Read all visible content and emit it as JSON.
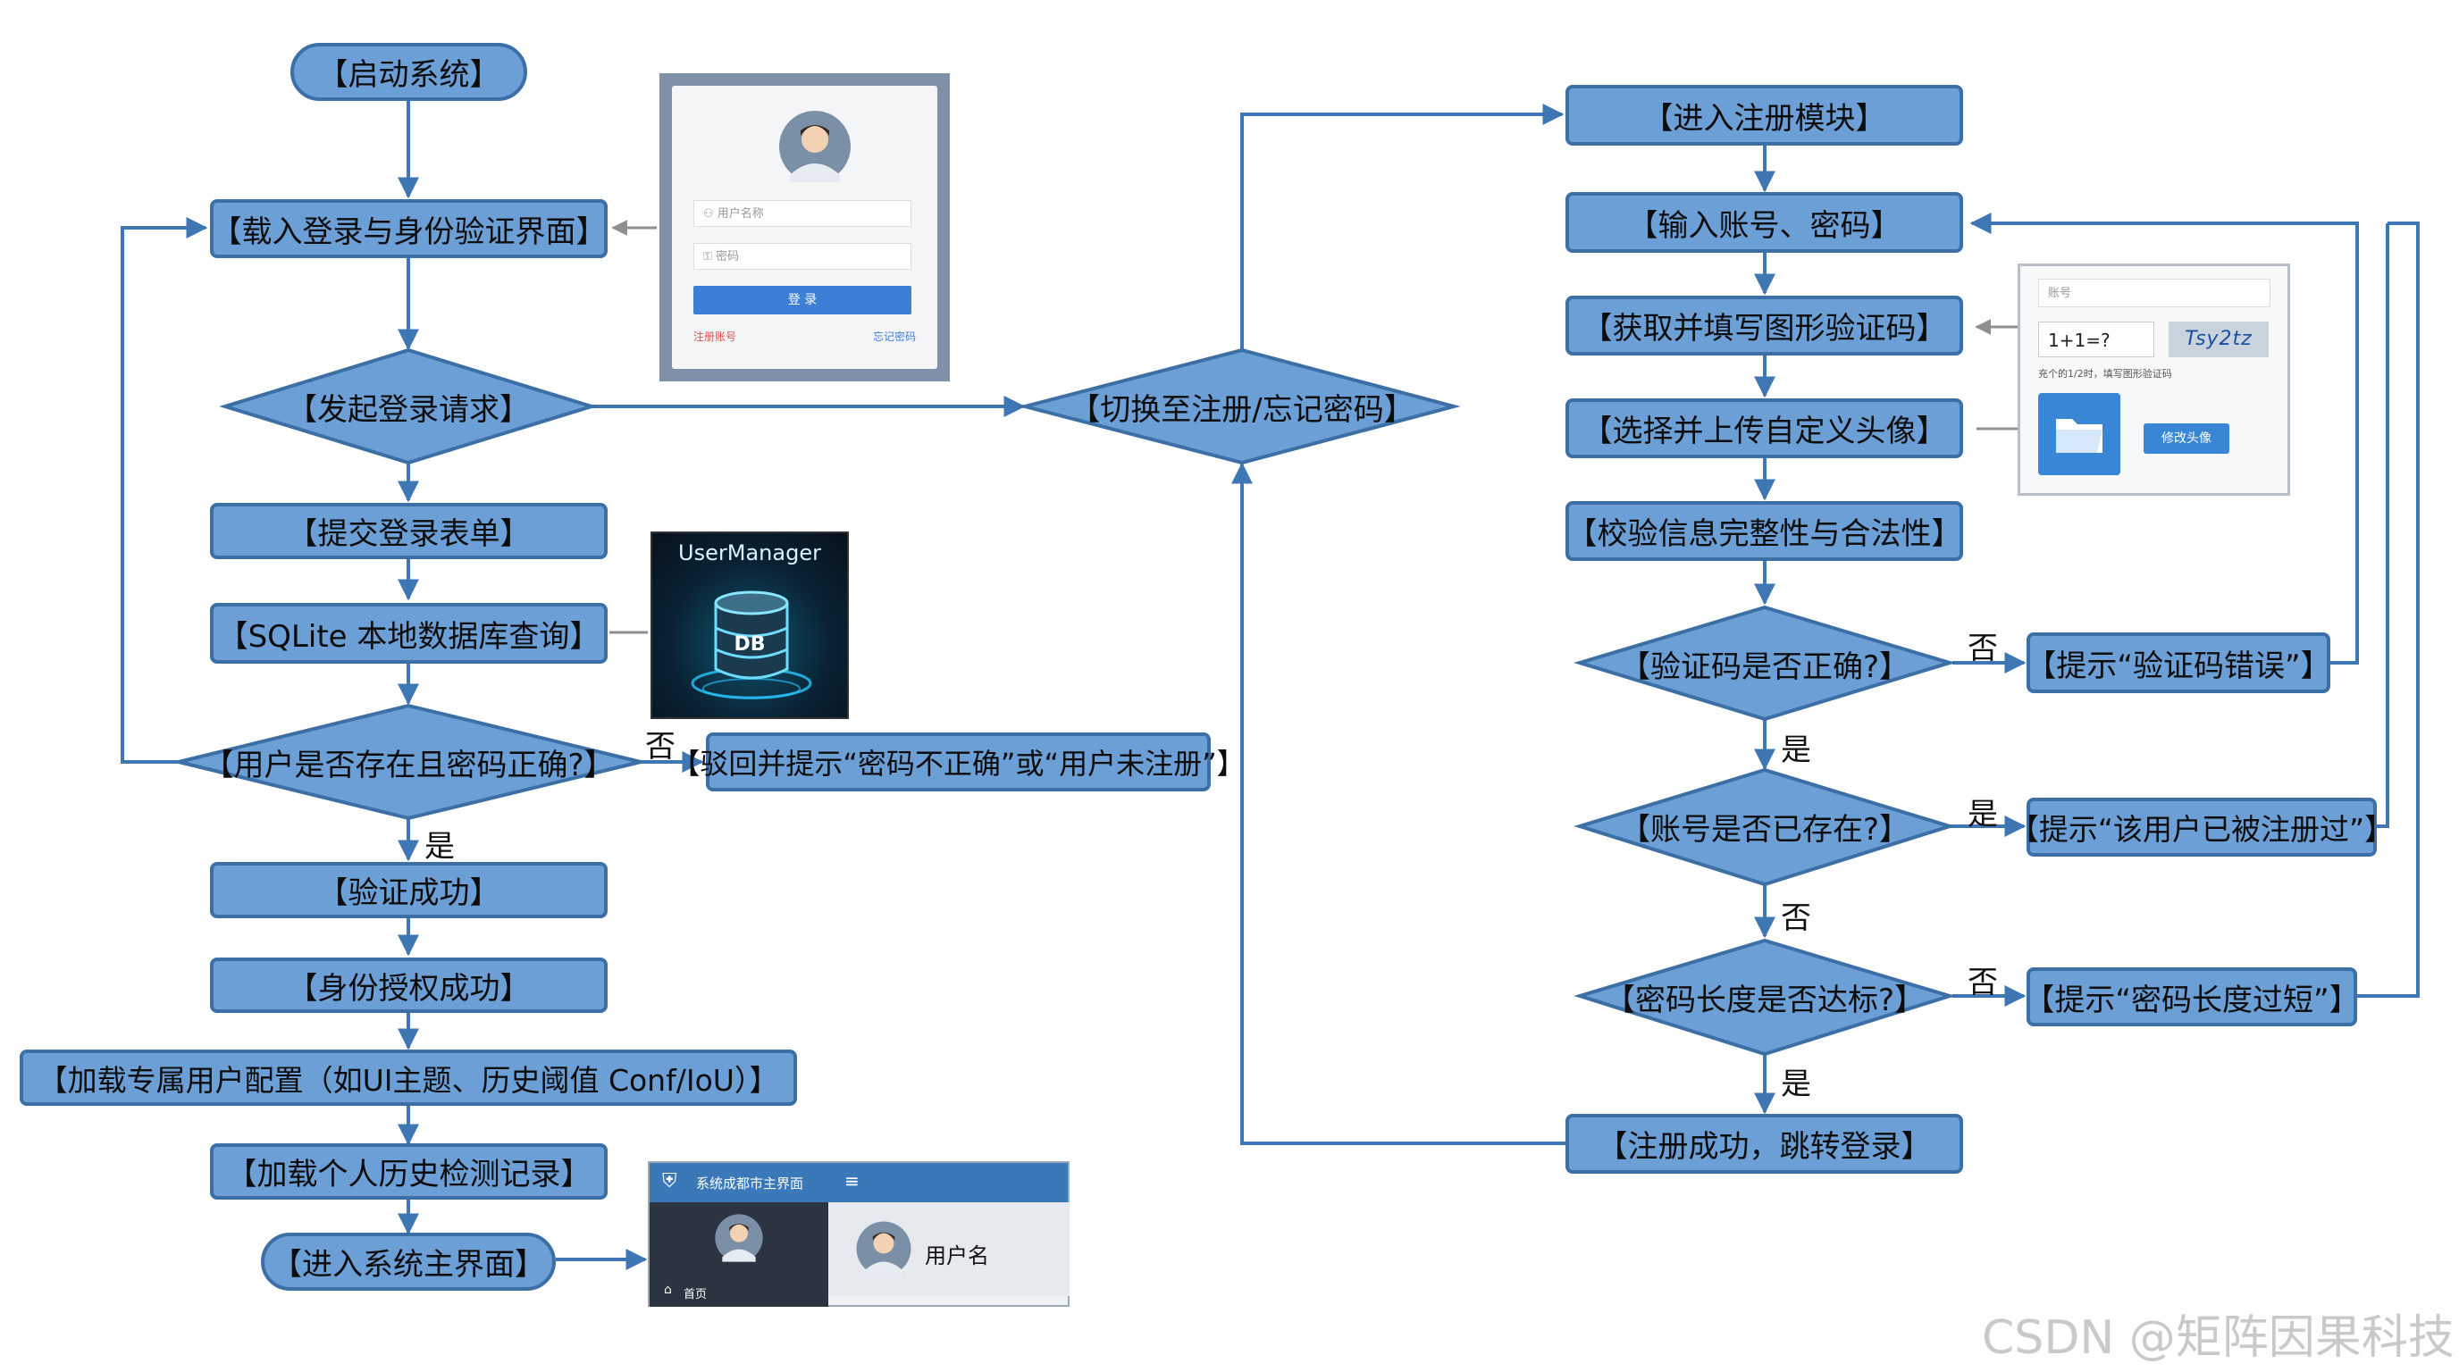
{
  "nodes": {
    "start": "【启动系统】",
    "load_login": "【载入登录与身份验证界面】",
    "login_request": "【发起登录请求】",
    "switch_register": "【切换至注册/忘记密码】",
    "submit_form": "【提交登录表单】",
    "sqlite_query": "【SQLite 本地数据库查询】",
    "user_check": "【用户是否存在且密码正确?】",
    "reject": "【驳回并提示“密码不正确”或“用户未注册”】",
    "verify_ok": "【验证成功】",
    "auth_ok": "【身份授权成功】",
    "load_config": "【加载专属用户配置（如UI主题、历史阈值 Conf/IoU）】",
    "load_history": "【加载个人历史检测记录】",
    "enter_main": "【进入系统主界面】",
    "enter_register": "【进入注册模块】",
    "input_account": "【输入账号、密码】",
    "captcha": "【获取并填写图形验证码】",
    "avatar": "【选择并上传自定义头像】",
    "validate": "【校验信息完整性与合法性】",
    "captcha_check": "【验证码是否正确?】",
    "captcha_error": "【提示“验证码错误”】",
    "account_exists": "【账号是否已存在?】",
    "user_registered": "【提示“该用户已被注册过”】",
    "pwd_length": "【密码长度是否达标?】",
    "pwd_short": "【提示“密码长度过短”】",
    "register_ok": "【注册成功，跳转登录】"
  },
  "edge_labels": {
    "no": "否",
    "yes": "是"
  },
  "login_panel": {
    "username_placeholder": "用户名称",
    "password_placeholder": "密码",
    "login_button": "登 录",
    "register_link": "注册账号",
    "forgot_link": "忘记密码"
  },
  "db_panel": {
    "title": "UserManager",
    "db_label": "DB"
  },
  "main_panel": {
    "title": "系统成都市主界面",
    "menu_icon": "≡",
    "username": "用户名",
    "nav_home": "首页"
  },
  "register_panel": {
    "account_placeholder": "账号",
    "captcha_question": "1+1=?",
    "captcha_image_text": "Tsy2tz",
    "captcha_hint": "充个的1/2时，填写图形验证码",
    "change_avatar": "修改头像"
  },
  "watermark": "CSDN @矩阵因果科技",
  "colors": {
    "node_fill": "#6b9fd6",
    "node_border": "#3c6fa6",
    "connector": "#3f77b5"
  }
}
